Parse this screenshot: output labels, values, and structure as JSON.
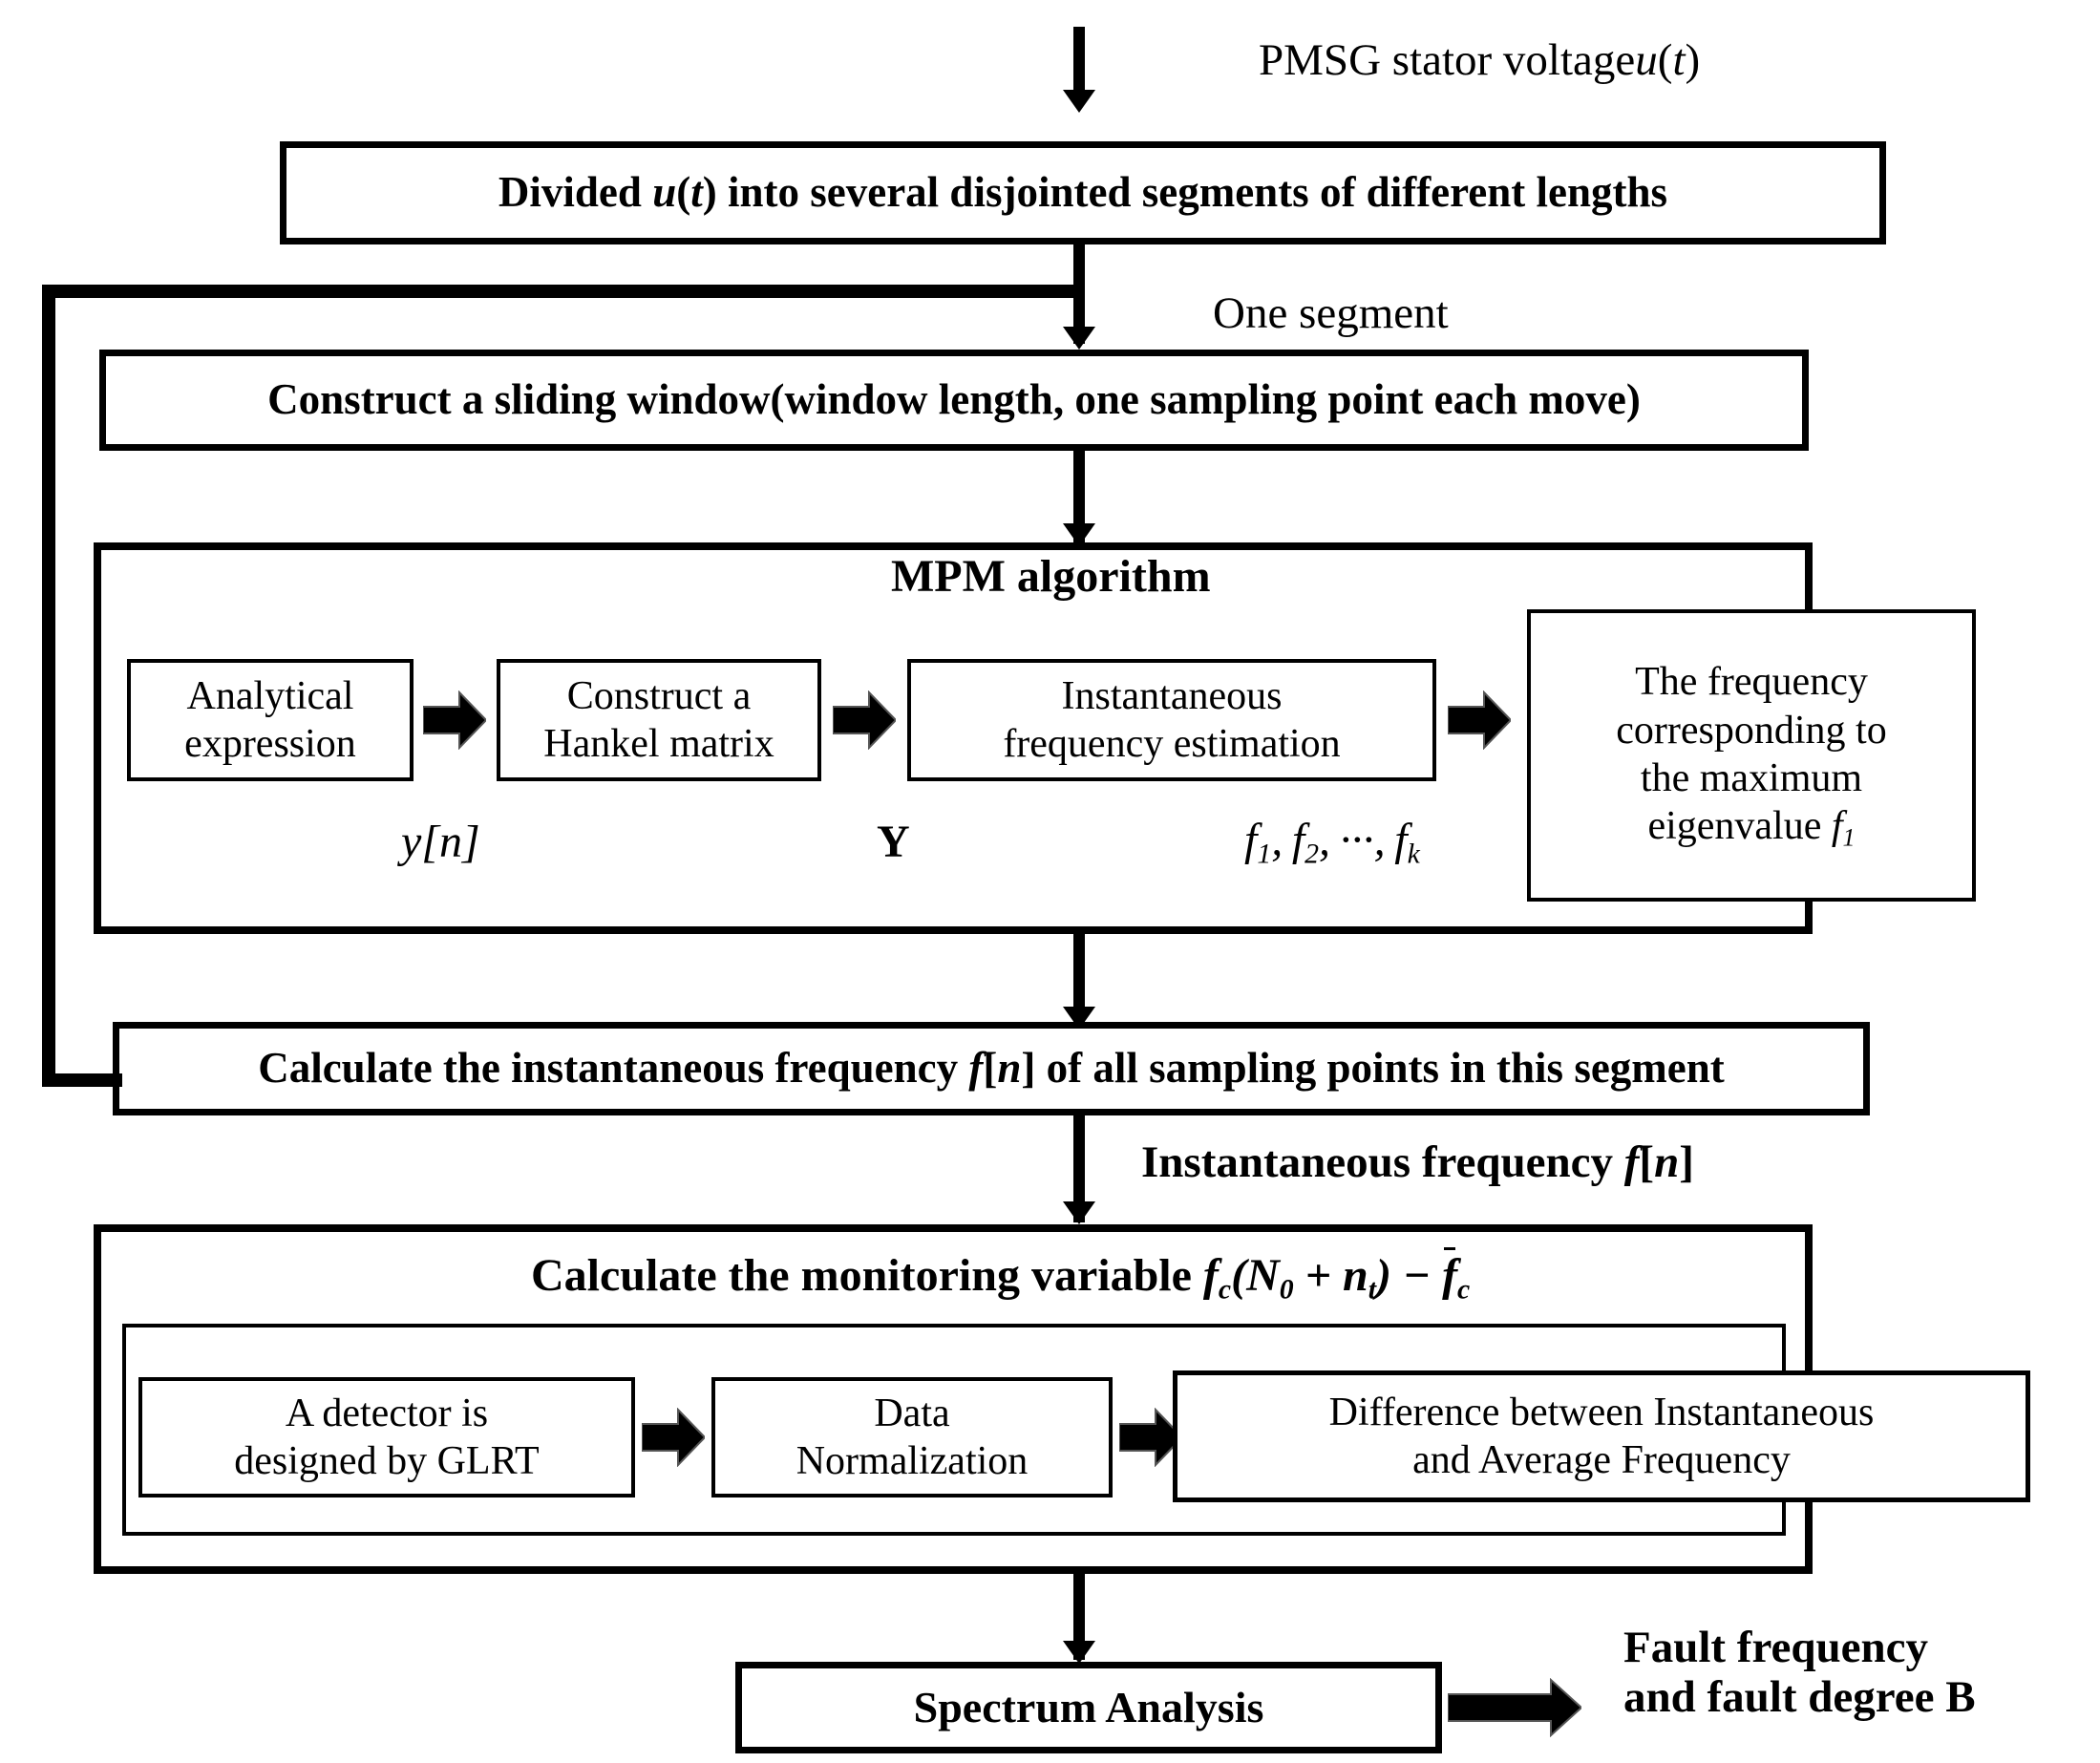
{
  "diagram": {
    "title": "PMSG stator voltage fault detection flowchart",
    "input_label": "PMSG stator voltage",
    "input_symbol": "u(t)",
    "boxes": {
      "divide": "Divided u(t) into several disjointed segments of different lengths",
      "divide_pre": "Divided ",
      "divide_sym": "u(t)",
      "divide_post": " into several disjointed segments of different lengths",
      "sliding_window": "Construct a sliding window(window length, one sampling point each move)",
      "mpm_title": "MPM algorithm",
      "mpm_step1": "Analytical expression",
      "mpm_step1_l1": "Analytical",
      "mpm_step1_l2": "expression",
      "mpm_step2_l1": "Construct a",
      "mpm_step2_l2": "Hankel matrix",
      "mpm_step3_l1": "Instantaneous",
      "mpm_step3_l2": "frequency estimation",
      "mpm_step4_l1": "The frequency",
      "mpm_step4_l2": "corresponding to",
      "mpm_step4_l3": "the maximum",
      "mpm_step4_l4_pre": "eigenvalue ",
      "mpm_step4_l4_sym": "f1",
      "calc_if_pre": "Calculate the instantaneous frequency ",
      "calc_if_sym": "f[n]",
      "calc_if_post": " of all sampling points in this segment",
      "monitor_pre": "Calculate the monitoring variable ",
      "monitor_formula": "fc(N0 + nt) − f̄c",
      "detector_l1": "A detector is",
      "detector_l2": "designed by GLRT",
      "normalization_l1": "Data",
      "normalization_l2": "Normalization",
      "difference_l1": "Difference between Instantaneous",
      "difference_l2": "and  Average Frequency",
      "spectrum": "Spectrum Analysis"
    },
    "edge_labels": {
      "one_segment": "One segment",
      "yn": "y[n]",
      "Y": "Y",
      "f_list": "f1, f2, …, fk",
      "instantaneous_frequency_pre": "Instantaneous frequency ",
      "instantaneous_frequency_sym": "f[n]",
      "output_l1": "Fault frequency",
      "output_l2": "and fault degree B"
    },
    "colors": {
      "stroke": "#000000",
      "fill": "#ffffff"
    }
  }
}
